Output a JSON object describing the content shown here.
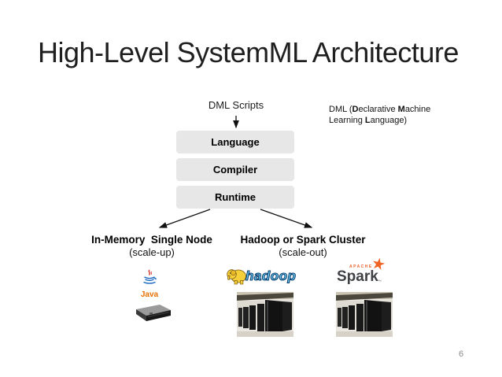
{
  "slide": {
    "title": "High-Level SystemML Architecture",
    "page_number": "6"
  },
  "diagram": {
    "input_label": "DML Scripts",
    "annotation": {
      "p1": "DML  (",
      "b1": "D",
      "p2": "eclarative ",
      "b2": "M",
      "p3": "achine Learning ",
      "b3": "L",
      "p4": "anguage)"
    },
    "layers": [
      {
        "label": "Language"
      },
      {
        "label": "Compiler"
      },
      {
        "label": "Runtime"
      }
    ],
    "branches": {
      "left": {
        "title": "In-Memory  Single Node",
        "subtitle": "(scale-up)"
      },
      "right": {
        "title": "Hadoop or Spark Cluster",
        "subtitle": "(scale-out)"
      }
    },
    "logos": {
      "java": {
        "label": "Java"
      },
      "hadoop": {
        "label": "hadoop"
      },
      "spark": {
        "super_label": "APACHE",
        "label": "Spark",
        "tm": "™",
        "star": "★"
      }
    }
  },
  "colors": {
    "layer_box_fill": "#e7e7e7",
    "arrow": "#111111",
    "java_orange": "#e76f00",
    "java_blue": "#1565c0",
    "java_steam_red": "#d3382f",
    "hadoop_yellow": "#f6cf3a",
    "hadoop_blue": "#6ed3f7",
    "hadoop_outline": "#0e3f70",
    "spark_orange": "#e8622c",
    "spark_gray": "#3f4145",
    "page_number_gray": "#8a8a8a"
  }
}
